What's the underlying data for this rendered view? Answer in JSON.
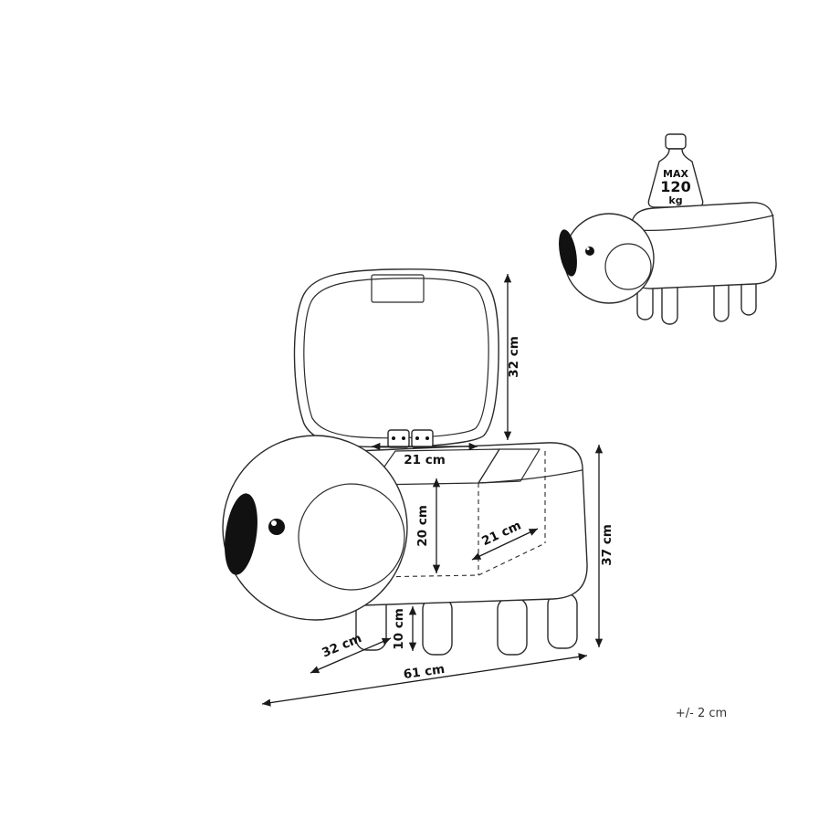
{
  "figure": {
    "dimensions": {
      "lid_height": "32 cm",
      "opening_width": "21 cm",
      "interior_height": "20 cm",
      "interior_depth": "21 cm",
      "total_height": "37 cm",
      "leg_height": "10 cm",
      "depth": "32 cm",
      "width": "61 cm"
    },
    "max_load": {
      "label": "MAX",
      "value": "120",
      "unit": "kg"
    },
    "tolerance": "+/- 2 cm"
  },
  "colors": {
    "line": "#2b2b2b",
    "text": "#111111",
    "background": "#ffffff"
  }
}
